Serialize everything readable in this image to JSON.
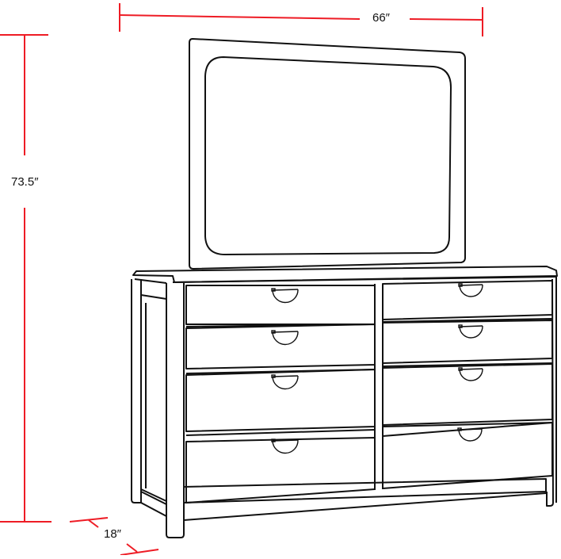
{
  "diagram": {
    "subject": "Dresser with mirror",
    "line_color": "#111111",
    "dimension_color": "#ee1c25",
    "background": "#ffffff"
  },
  "dimensions": {
    "width": {
      "label": "66″",
      "value": 66,
      "unit": "in"
    },
    "height": {
      "label": "73.5″",
      "value": 73.5,
      "unit": "in"
    },
    "depth": {
      "label": "18″",
      "value": 18,
      "unit": "in"
    }
  },
  "dresser": {
    "drawer_count": 8,
    "columns": 2,
    "rows": 4,
    "drawers": [
      {
        "position": "top-left",
        "pull": "half-moon-pull"
      },
      {
        "position": "top-right",
        "pull": "half-moon-pull"
      },
      {
        "position": "second-left",
        "pull": "half-moon-pull"
      },
      {
        "position": "second-right",
        "pull": "half-moon-pull"
      },
      {
        "position": "third-left",
        "pull": "half-moon-pull"
      },
      {
        "position": "third-right",
        "pull": "half-moon-pull"
      },
      {
        "position": "bottom-left",
        "pull": "half-moon-pull"
      },
      {
        "position": "bottom-right",
        "pull": "half-moon-pull"
      }
    ]
  },
  "mirror": {
    "shape": "rounded-rectangle",
    "frame": "rectangular"
  }
}
